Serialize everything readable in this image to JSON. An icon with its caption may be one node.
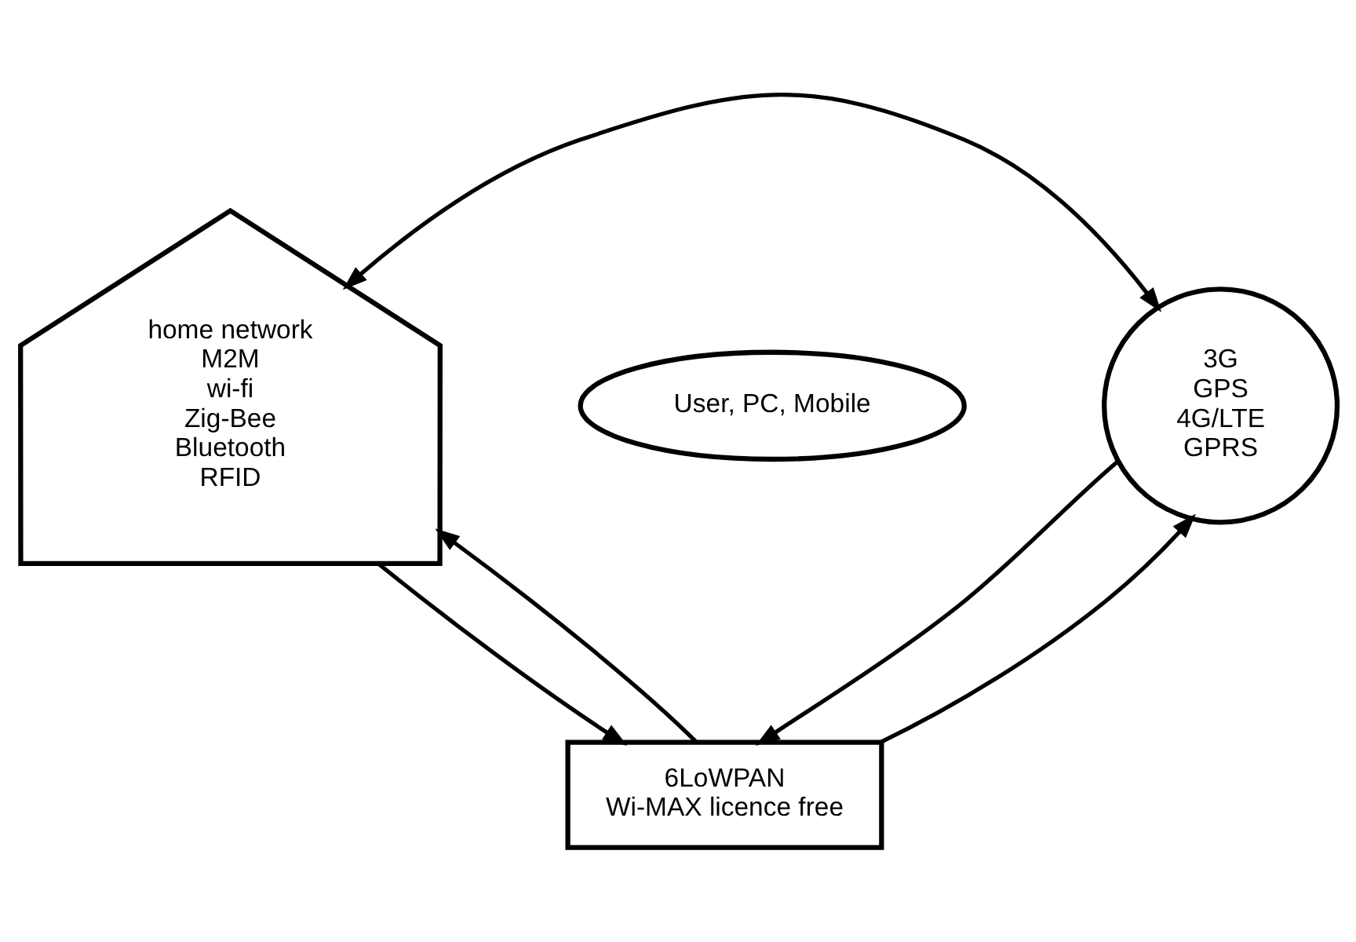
{
  "diagram": {
    "nodes": [
      {
        "text": [
          "home network",
          "M2M",
          "wi-fi",
          "Zig-Bee",
          "Bluetooth",
          "RFID"
        ]
      },
      {
        "text": [
          "User, PC, Mobile"
        ]
      },
      {
        "text": [
          "3G",
          "GPS",
          "4G/LTE",
          "GPRS"
        ]
      },
      {
        "text": [
          "6LoWPAN",
          "Wi-MAX licence free"
        ]
      }
    ],
    "edges": [
      {
        "from": 0,
        "to": 2,
        "arrow": "both"
      },
      {
        "from": 3,
        "to": 0,
        "arrow": "to"
      },
      {
        "from": 0,
        "to": 3,
        "arrow": "to"
      },
      {
        "from": 3,
        "to": 2,
        "arrow": "to"
      },
      {
        "from": 2,
        "to": 3,
        "arrow": "to"
      }
    ]
  }
}
